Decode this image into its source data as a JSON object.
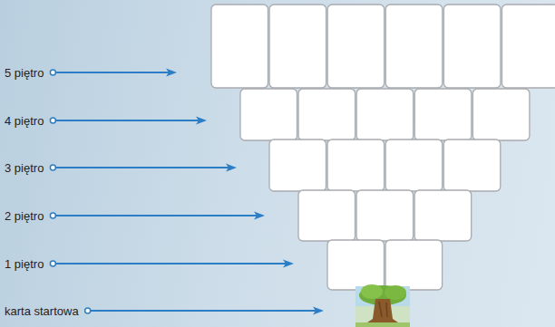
{
  "diagram": {
    "labels": [
      "5 piętro",
      "4 piętro",
      "3 piętro",
      "2 piętro",
      "1 piętro",
      "karta startowa"
    ]
  }
}
